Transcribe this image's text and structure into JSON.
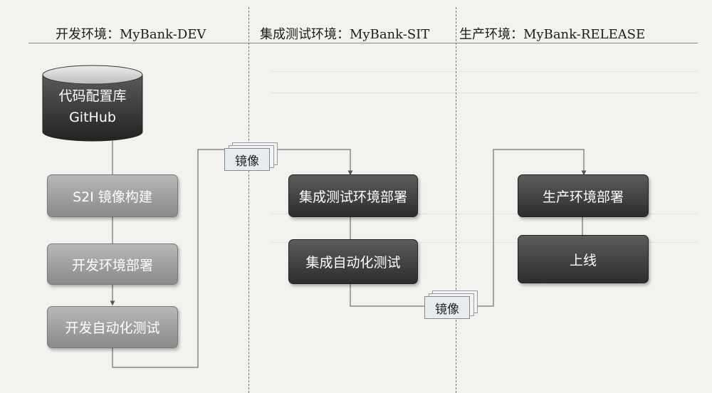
{
  "headers": {
    "dev": "开发环境：MyBank-DEV",
    "sit": "集成测试环境：MyBank-SIT",
    "release": "生产环境：MyBank-RELEASE"
  },
  "repo": {
    "line1": "代码配置库",
    "line2": "GitHub"
  },
  "dev_steps": [
    "S2I 镜像构建",
    "开发环境部署",
    "开发自动化测试"
  ],
  "sit_steps": [
    "集成测试环境部署",
    "集成自动化测试"
  ],
  "release_steps": [
    "生产环境部署",
    "上线"
  ],
  "image_tag": "镜像",
  "colors": {
    "grey_node": "#9e9e9e",
    "dark_node": "#3a3a3a",
    "tag_bg": "#e7ecef"
  }
}
